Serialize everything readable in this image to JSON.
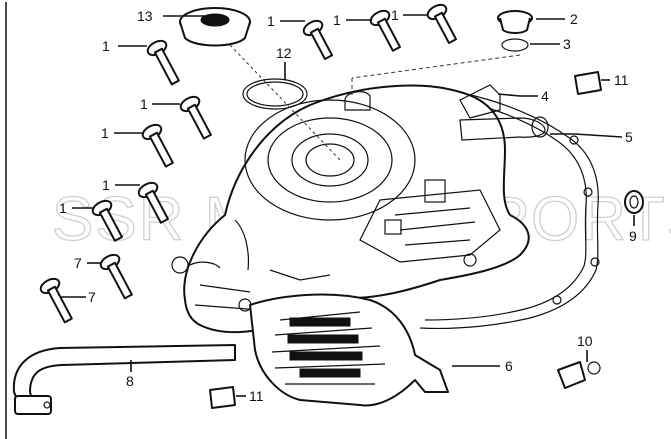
{
  "watermark": "SSR MOTORSPORTS",
  "callouts": {
    "c13": "13",
    "c1a": "1",
    "c1b": "1",
    "c1c": "1",
    "c1d": "1",
    "c1e": "1",
    "c1f": "1",
    "c1g": "1",
    "c1h": "1",
    "c2": "2",
    "c3": "3",
    "c12": "12",
    "c11a": "11",
    "c4": "4",
    "c5": "5",
    "c9": "9",
    "c7a": "7",
    "c7b": "7",
    "c8": "8",
    "c6": "6",
    "c10": "10",
    "c11b": "11"
  }
}
